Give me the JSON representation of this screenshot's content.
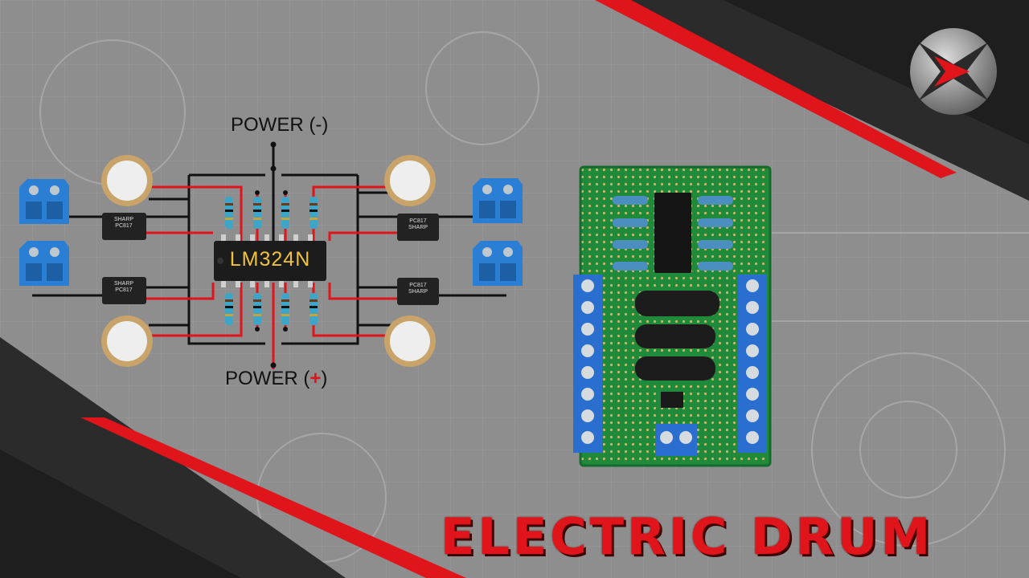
{
  "schematic": {
    "chip_label": "LM324N",
    "power_negative_label": "POWER (-)",
    "power_positive_label_text": "POWER (",
    "power_positive_sign": "+",
    "power_positive_close": ")",
    "optocoupler_model": "PC817",
    "optocoupler_brand": "SHARP"
  },
  "title": {
    "text": "ELECTRIC DRUM",
    "color": "#e0141b"
  },
  "colors": {
    "wire_red": "#e0141b",
    "wire_black": "#111111",
    "terminal_blue": "#2a7fd4",
    "pcb_green": "#1f8a3a",
    "piezo_gold": "#c9a46a"
  },
  "icons": {
    "logo": "channel-logo-icon"
  }
}
